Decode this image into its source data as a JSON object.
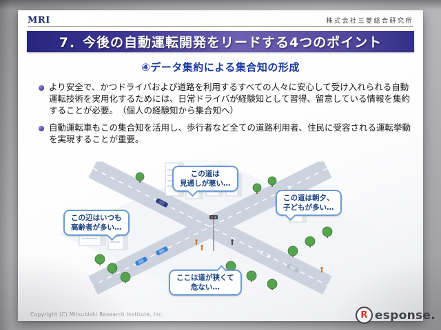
{
  "slide": {
    "logo_text": "MRI",
    "company_name": "株式会社三菱総合研究所",
    "title": "7．今後の自動運転開発をリードする4つのポイント",
    "subtitle": "④データ集約による集合知の形成",
    "bullets": [
      {
        "text": "より安全で、かつドライバおよび道路を利用するすべての人々に安心して受け入れられる自動運転技術を実用化するためには、日常ドライバが経験知として習得、留意している情報を集約することが必要。　（個人の経験知から集合知へ）"
      },
      {
        "text": "自動運転車もこの集合知を活用し、歩行者など全ての道路利用者、住民に受容される運転挙動を実現することが重要。"
      }
    ],
    "diagram": {
      "bubbles": [
        {
          "line1": "この道は",
          "line2": "見通しが悪い…"
        },
        {
          "line1": "この道は朝夕、",
          "line2": "子どもが多い…"
        },
        {
          "line1": "この辺はいつも",
          "line2": "高齢者が多い…"
        },
        {
          "line1": "ここは道が狭くて",
          "line2": "危ない…"
        }
      ]
    },
    "copyright": "Copyright (C) Mitsubishi Research Institute, Inc."
  },
  "watermark": {
    "icon_letter": "R",
    "text": "esponse."
  },
  "colors": {
    "header_navy": "#26267f",
    "header_purple": "#6e60b2",
    "subtitle_blue": "#1b3aa0",
    "bullet_dot": "#5a4aa0",
    "bubble_border": "#6b9bd2",
    "bubble_text": "#17407e",
    "watermark_red": "#d9342b"
  }
}
